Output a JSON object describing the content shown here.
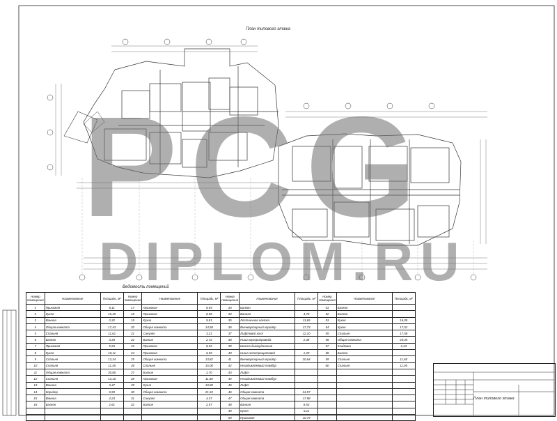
{
  "drawing": {
    "plan_title": "План типового этажа",
    "explication_title": "Ведомость помещений",
    "stamp_title": "План типового этажа",
    "watermark_main": "PCG",
    "watermark_sub": "DIPLOM.RU"
  },
  "explication": {
    "headers": [
      "Номер помещения",
      "Наименование",
      "Площадь, м²"
    ],
    "columns": [
      [
        [
          "1",
          "Прихожая",
          "6,11"
        ],
        [
          "2",
          "Кухня",
          "10,45"
        ],
        [
          "3",
          "Ванная",
          "3,32"
        ],
        [
          "4",
          "Общая комната",
          "17,43"
        ],
        [
          "5",
          "Спальня",
          "11,61"
        ],
        [
          "6",
          "Балкон",
          "3,34"
        ],
        [
          "7",
          "Прихожая",
          "5,53"
        ],
        [
          "8",
          "Кухня",
          "10,11"
        ],
        [
          "9",
          "Спальня",
          "13,34"
        ],
        [
          "10",
          "Спальня",
          "11,45"
        ],
        [
          "11",
          "Общая комната",
          "20,80"
        ],
        [
          "12",
          "Спальня",
          "13,10"
        ],
        [
          "13",
          "Ванная",
          "3,47"
        ],
        [
          "14",
          "Коридор",
          "6,59"
        ],
        [
          "15",
          "Ванная",
          "4,24"
        ],
        [
          "16",
          "Балкон",
          "2,61"
        ]
      ],
      [
        [
          "17",
          "Прихожая",
          "8,55"
        ],
        [
          "18",
          "Прихожая",
          "8,98"
        ],
        [
          "19",
          "Кухня",
          "9,81"
        ],
        [
          "20",
          "Общая комната",
          "14,58"
        ],
        [
          "21",
          "Санузел",
          "3,21"
        ],
        [
          "22",
          "Балкон",
          "2,72"
        ],
        [
          "23",
          "Прихожая",
          "8,52"
        ],
        [
          "24",
          "Прихожая",
          "6,65"
        ],
        [
          "25",
          "Общая комната",
          "13,82"
        ],
        [
          "26",
          "Спальня",
          "15,00"
        ],
        [
          "27",
          "Балкон",
          "2,70"
        ],
        [
          "28",
          "Прихожая",
          "11,68"
        ],
        [
          "29",
          "Кухня",
          "10,80"
        ],
        [
          "30",
          "Общая комната",
          "21,34"
        ],
        [
          "31",
          "Санузел",
          "4,37"
        ],
        [
          "32",
          "Балкон",
          "2,57"
        ]
      ],
      [
        [
          "33",
          "Балкон",
          ""
        ],
        [
          "34",
          "Ванная",
          "4,70"
        ],
        [
          "35",
          "Лестничная клетка",
          "13,65"
        ],
        [
          "36",
          "Внеквартирный коридор",
          "17,73"
        ],
        [
          "37",
          "Лифтовой холл",
          "12,10"
        ],
        [
          "38",
          "Ниша мусоропровода",
          "2,38"
        ],
        [
          "39",
          "Шахта дымоудаления",
          ""
        ],
        [
          "40",
          "Ниша электрощитовой",
          "1,20"
        ],
        [
          "41",
          "Внеквартирный коридор",
          "20,64"
        ],
        [
          "42",
          "Незадымляемый тамбур",
          ""
        ],
        [
          "43",
          "Лифт",
          ""
        ],
        [
          "44",
          "Незадымляемый тамбур",
          ""
        ],
        [
          "45",
          "Лифт",
          ""
        ],
        [
          "46",
          "Общая комната",
          "24,97"
        ],
        [
          "47",
          "Общая комната",
          "17,98"
        ],
        [
          "48",
          "Ванная",
          "8,53"
        ],
        [
          "49",
          "Кухня",
          "6,11"
        ],
        [
          "50",
          "Прихожая",
          "10,79"
        ]
      ],
      [
        [
          "51",
          "Балкон",
          ""
        ],
        [
          "52",
          "Балкон",
          ""
        ],
        [
          "53",
          "Кухня",
          "16,09"
        ],
        [
          "54",
          "Кухня",
          "17,52"
        ],
        [
          "55",
          "Спальня",
          "17,58"
        ],
        [
          "56",
          "Общая комната",
          "20,45"
        ],
        [
          "57",
          "Кладовка",
          "2,43"
        ],
        [
          "58",
          "Балкон",
          ""
        ],
        [
          "59",
          "Спальня",
          "11,60"
        ],
        [
          "60",
          "Спальня",
          "11,00"
        ]
      ]
    ]
  }
}
